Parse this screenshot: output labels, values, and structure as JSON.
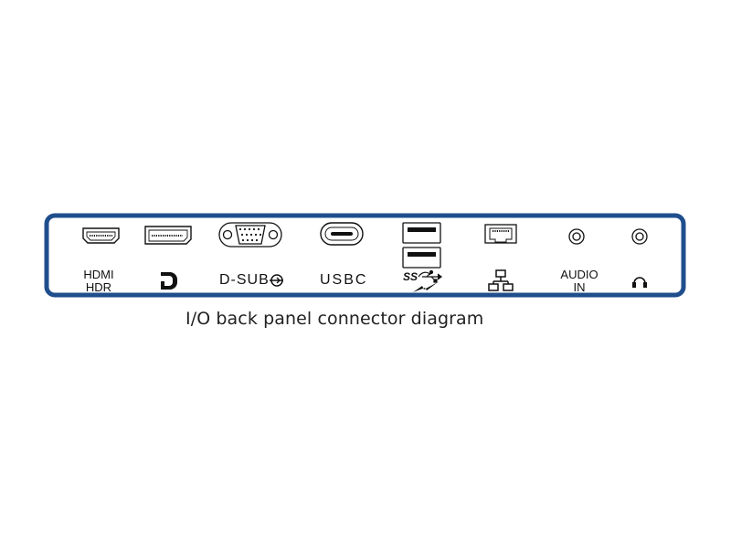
{
  "caption": "I/O back panel connector diagram",
  "colors": {
    "frame": "#1f4e8c",
    "ink": "#111111"
  },
  "ports": [
    {
      "id": "hdmi",
      "icon": "hdmi-port-icon",
      "label_lines": [
        "HDMI",
        "HDR"
      ]
    },
    {
      "id": "displayport",
      "icon": "displayport-port-icon",
      "label_icon": "displayport-logo-icon"
    },
    {
      "id": "dsub",
      "icon": "vga-port-icon",
      "label": "D-SUB",
      "label_icon": "analog-input-icon"
    },
    {
      "id": "usbc",
      "icon": "usb-c-port-icon",
      "label": "USBC"
    },
    {
      "id": "usb-a",
      "icon": "usb-a-ports-icon",
      "label_icon": "superspeed-usb-charging-icon"
    },
    {
      "id": "rj45",
      "icon": "ethernet-port-icon",
      "label_icon": "network-icon"
    },
    {
      "id": "audio-in",
      "icon": "audio-jack-icon",
      "label_lines": [
        "AUDIO",
        "IN"
      ]
    },
    {
      "id": "headphone",
      "icon": "audio-jack-icon",
      "label_icon": "headphone-icon"
    }
  ]
}
